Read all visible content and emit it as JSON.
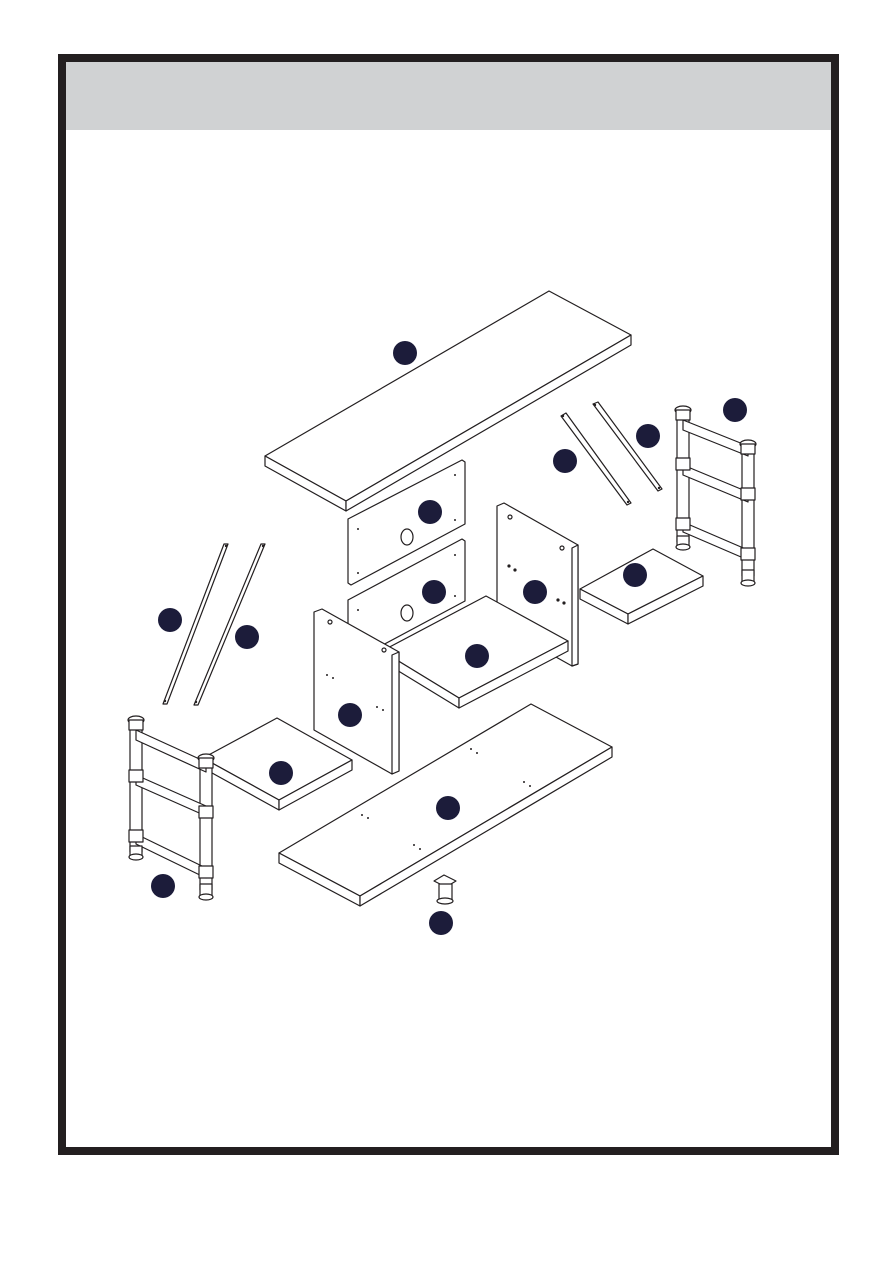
{
  "page": {
    "header_title": "",
    "colors": {
      "frame": "#231f20",
      "band": "#d0d2d3",
      "line": "#231f20",
      "part_fill": "#ffffff",
      "callout": "#1c1c3a"
    }
  },
  "diagram": {
    "type": "exploded-assembly-view",
    "parts": [
      {
        "name": "top-panel",
        "callout": ""
      },
      {
        "name": "upper-back-panel",
        "callout": ""
      },
      {
        "name": "lower-back-panel",
        "callout": ""
      },
      {
        "name": "right-divider-panel",
        "callout": ""
      },
      {
        "name": "left-divider-panel",
        "callout": ""
      },
      {
        "name": "middle-shelf",
        "callout": ""
      },
      {
        "name": "right-shelf",
        "callout": ""
      },
      {
        "name": "left-shelf",
        "callout": ""
      },
      {
        "name": "bottom-panel",
        "callout": ""
      },
      {
        "name": "right-pipe-frame",
        "callout": ""
      },
      {
        "name": "left-pipe-frame",
        "callout": ""
      },
      {
        "name": "right-rails",
        "callout": ""
      },
      {
        "name": "left-rails",
        "callout": ""
      },
      {
        "name": "center-leg",
        "callout": ""
      }
    ]
  }
}
